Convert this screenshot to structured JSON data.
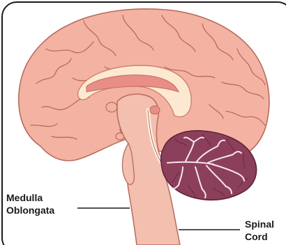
{
  "labels": {
    "medulla_line1": "Medulla",
    "medulla_line2": "Oblongata",
    "spinal_line1": "Spinal",
    "spinal_line2": "Cord"
  },
  "colors": {
    "cerebrum": "#f4b3a2",
    "cerebrum_outline": "#b86b5d",
    "corpus_callosum": "#fde9d2",
    "ventricle": "#e88e86",
    "brainstem": "#f3bfae",
    "cerebellum": "#8c3f5b",
    "cerebellum_light": "#b86a88",
    "arbor_vitae": "#f7e6ee"
  }
}
